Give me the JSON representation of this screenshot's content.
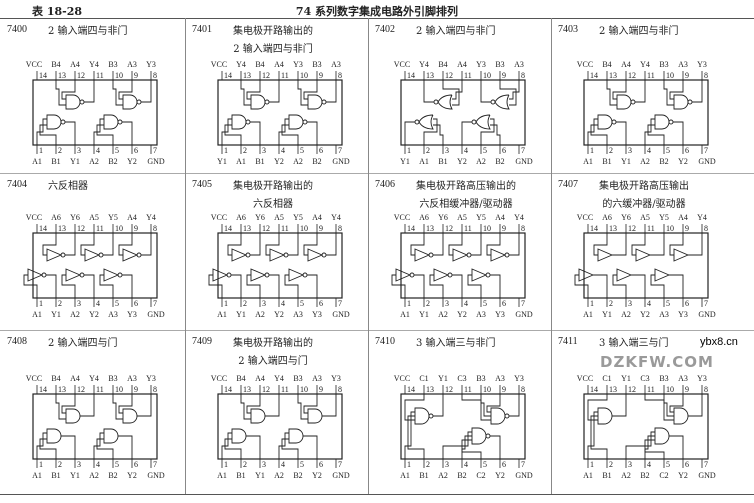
{
  "header": {
    "table_no": "表 18-28",
    "title": "74 系列数字集成电路外引脚排列"
  },
  "chips": [
    {
      "id": "7400",
      "title": [
        "2 输入端四与非门"
      ],
      "gate": "nand2",
      "top": [
        "VCC",
        "B4",
        "A4",
        "Y4",
        "B3",
        "A3",
        "Y3"
      ],
      "bottom": [
        "A1",
        "B1",
        "Y1",
        "A2",
        "B2",
        "Y2",
        "GND"
      ]
    },
    {
      "id": "7401",
      "title": [
        "集电极开路输出的",
        "2 输入端四与非门"
      ],
      "gate": "nand2",
      "top": [
        "VCC",
        "Y4",
        "B4",
        "A4",
        "Y3",
        "B3",
        "A3"
      ],
      "bottom": [
        "Y1",
        "A1",
        "B1",
        "Y2",
        "A2",
        "B2",
        "GND"
      ]
    },
    {
      "id": "7402",
      "title": [
        "2 输入端四与非门"
      ],
      "gate": "nor2",
      "top": [
        "VCC",
        "Y4",
        "B4",
        "A4",
        "Y3",
        "B3",
        "A3"
      ],
      "bottom": [
        "Y1",
        "A1",
        "B1",
        "Y2",
        "A2",
        "B2",
        "GND"
      ]
    },
    {
      "id": "7403",
      "title": [
        "2 输入端四与非门"
      ],
      "gate": "nand2",
      "top": [
        "VCC",
        "B4",
        "A4",
        "Y4",
        "B3",
        "A3",
        "Y3"
      ],
      "bottom": [
        "A1",
        "B1",
        "Y1",
        "A2",
        "B2",
        "Y2",
        "GND"
      ]
    },
    {
      "id": "7404",
      "title": [
        "六反相器"
      ],
      "gate": "inv",
      "top": [
        "VCC",
        "A6",
        "Y6",
        "A5",
        "Y5",
        "A4",
        "Y4"
      ],
      "bottom": [
        "A1",
        "Y1",
        "A2",
        "Y2",
        "A3",
        "Y3",
        "GND"
      ]
    },
    {
      "id": "7405",
      "title": [
        "集电极开路输出的",
        "六反相器"
      ],
      "gate": "inv",
      "top": [
        "VCC",
        "A6",
        "Y6",
        "A5",
        "Y5",
        "A4",
        "Y4"
      ],
      "bottom": [
        "A1",
        "Y1",
        "A2",
        "Y2",
        "A3",
        "Y3",
        "GND"
      ]
    },
    {
      "id": "7406",
      "title": [
        "集电极开路高压输出的",
        "六反相缓冲器/驱动器"
      ],
      "gate": "inv",
      "top": [
        "VCC",
        "A6",
        "Y6",
        "A5",
        "Y5",
        "A4",
        "Y4"
      ],
      "bottom": [
        "A1",
        "Y1",
        "A2",
        "Y2",
        "A3",
        "Y3",
        "GND"
      ]
    },
    {
      "id": "7407",
      "title": [
        "集电极开路高压输出",
        "的六缓冲器/驱动器"
      ],
      "gate": "buf",
      "top": [
        "VCC",
        "A6",
        "Y6",
        "A5",
        "Y5",
        "A4",
        "Y4"
      ],
      "bottom": [
        "A1",
        "Y1",
        "A2",
        "Y2",
        "A3",
        "Y3",
        "GND"
      ]
    },
    {
      "id": "7408",
      "title": [
        "2 输入端四与门"
      ],
      "gate": "and2",
      "top": [
        "VCC",
        "B4",
        "A4",
        "Y4",
        "B3",
        "A3",
        "Y3"
      ],
      "bottom": [
        "A1",
        "B1",
        "Y1",
        "A2",
        "B2",
        "Y2",
        "GND"
      ]
    },
    {
      "id": "7409",
      "title": [
        "集电极开路输出的",
        "2 输入端四与门"
      ],
      "gate": "and2",
      "top": [
        "VCC",
        "B4",
        "A4",
        "Y4",
        "B3",
        "A3",
        "Y3"
      ],
      "bottom": [
        "A1",
        "B1",
        "Y1",
        "A2",
        "B2",
        "Y2",
        "GND"
      ]
    },
    {
      "id": "7410",
      "title": [
        "3 输入端三与非门"
      ],
      "gate": "nand3",
      "top": [
        "VCC",
        "C1",
        "Y1",
        "C3",
        "B3",
        "A3",
        "Y3"
      ],
      "bottom": [
        "A1",
        "B1",
        "A2",
        "B2",
        "C2",
        "Y2",
        "GND"
      ]
    },
    {
      "id": "7411",
      "title": [
        "3 输入端三与门"
      ],
      "gate": "and3",
      "top": [
        "VCC",
        "C1",
        "Y1",
        "C3",
        "B3",
        "A3",
        "Y3"
      ],
      "bottom": [
        "A1",
        "B1",
        "A2",
        "B2",
        "C2",
        "Y2",
        "GND"
      ]
    }
  ],
  "watermark": {
    "site": "ybx8.cn",
    "logo_text": "DZKFW.COM"
  }
}
